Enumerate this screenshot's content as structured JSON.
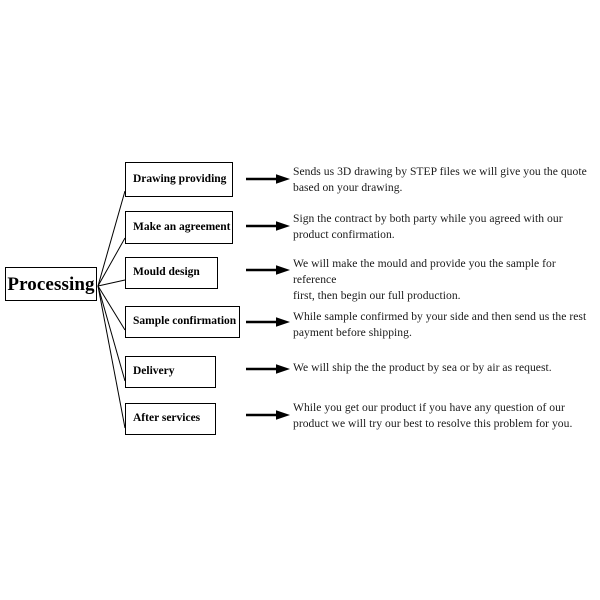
{
  "diagram": {
    "title": "Processing",
    "root": {
      "label": "Processing"
    },
    "steps": [
      {
        "label": "Drawing providing",
        "description": "Sends us 3D drawing by STEP files we will give you the quote\nbased on your drawing.",
        "arrow_icon": "arrow-right-icon"
      },
      {
        "label": "Make an agreement",
        "description": "Sign the contract by both party while you agreed with our\nproduct confirmation.",
        "arrow_icon": "arrow-right-icon"
      },
      {
        "label": "Mould design",
        "description": "We will make the mould and provide you the sample for reference\nfirst, then begin our full production.",
        "arrow_icon": "arrow-right-icon"
      },
      {
        "label": "Sample confirmation",
        "description": "While sample confirmed by your side and then send us the rest\n payment before shipping.",
        "arrow_icon": "arrow-right-icon"
      },
      {
        "label": "Delivery",
        "description": "We will ship the the product by sea or by air as request.",
        "arrow_icon": "arrow-right-icon"
      },
      {
        "label": "After services",
        "description": "While you get our product if you have any question of our\nproduct we will try our best to resolve this problem for you.",
        "arrow_icon": "arrow-right-icon"
      }
    ],
    "colors": {
      "background": "#ffffff",
      "stroke": "#000000",
      "text": "#000000",
      "description_text": "#1a1a1a"
    }
  }
}
